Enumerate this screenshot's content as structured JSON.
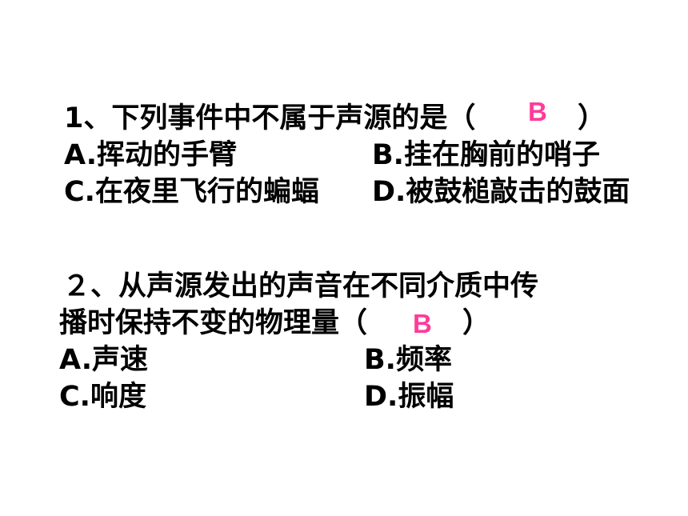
{
  "questions": [
    {
      "stem_prefix": "1、下列事件中不属于声源的是（",
      "stem_suffix": "）",
      "answer": "B",
      "options": {
        "a": "A.挥动的手臂",
        "b": "B.挂在胸前的哨子",
        "c": "C.在夜里飞行的蝙蝠",
        "d": "D.被鼓槌敲击的鼓面"
      }
    },
    {
      "stem_line1": "２、从声源发出的声音在不同介质中传",
      "stem_prefix": "播时保持不变的物理量（",
      "stem_suffix": "）",
      "answer": "B",
      "options": {
        "a": "A.声速",
        "b": "B.频率",
        "c": "C.响度",
        "d": "D.振幅"
      }
    }
  ],
  "colors": {
    "answer": "#ff3b9a",
    "text": "#000000",
    "background": "#ffffff"
  }
}
